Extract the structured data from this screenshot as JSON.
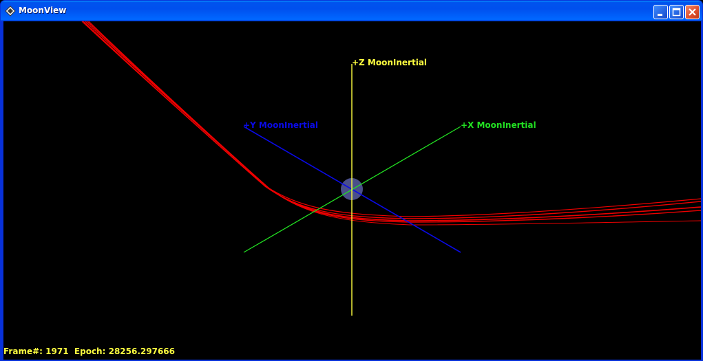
{
  "window": {
    "title": "MoonView"
  },
  "axes": {
    "z_label": "+Z MoonInertial",
    "y_label": "+Y MoonInertial",
    "x_label": "+X MoonInertial"
  },
  "colors": {
    "z_axis": "#ffff40",
    "y_axis": "#0a0ae6",
    "x_axis": "#22e022",
    "trajectory": "#ee0000",
    "moon": "#4a4f8a",
    "status_text": "#ffff40",
    "background": "#000000"
  },
  "status": {
    "frame_label": "Frame#:",
    "frame_value": "1971",
    "epoch_label": "Epoch:",
    "epoch_value": "28256.297666"
  },
  "icons": {
    "app": "diamond-app-icon",
    "minimize": "minimize-icon",
    "maximize": "maximize-icon",
    "close": "close-icon"
  }
}
